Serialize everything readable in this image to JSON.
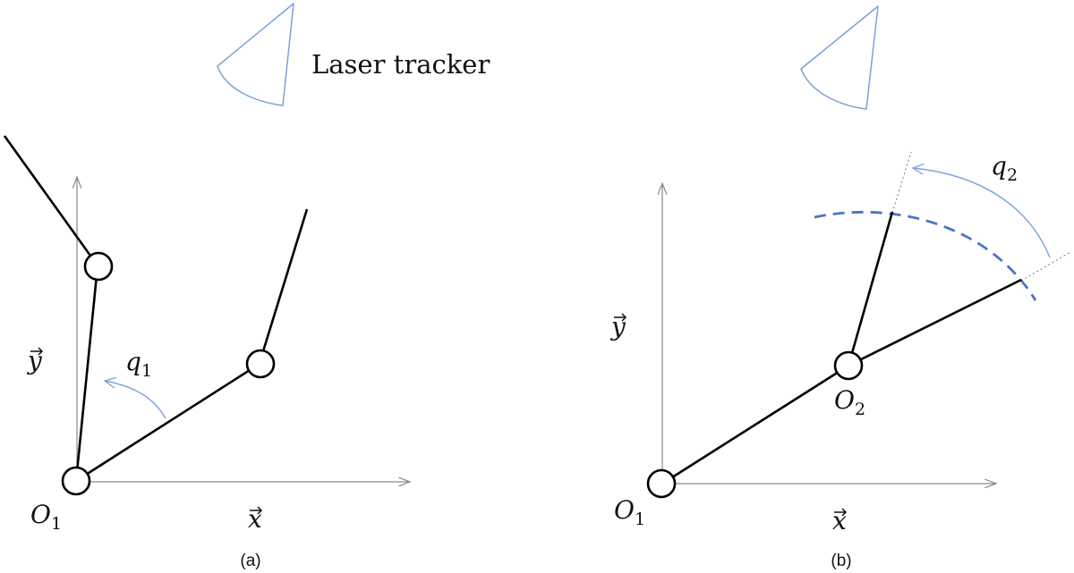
{
  "tracker_label": "Laser tracker",
  "panel_a": {
    "caption": "(a)",
    "x_axis": "x",
    "y_axis": "y",
    "origin": {
      "base": "O",
      "sub": "1"
    },
    "angle": {
      "base": "q",
      "sub": "1"
    }
  },
  "panel_b": {
    "caption": "(b)",
    "x_axis": "x",
    "y_axis": "y",
    "origin": {
      "base": "O",
      "sub": "1"
    },
    "joint": {
      "base": "O",
      "sub": "2"
    },
    "angle": {
      "base": "q",
      "sub": "2"
    }
  },
  "colors": {
    "tracker": "#7da2d6",
    "angle_arc": "#7da2d6",
    "dashed_arc": "#4a74c4",
    "axis": "#8a8a8a",
    "link": "#000000"
  }
}
